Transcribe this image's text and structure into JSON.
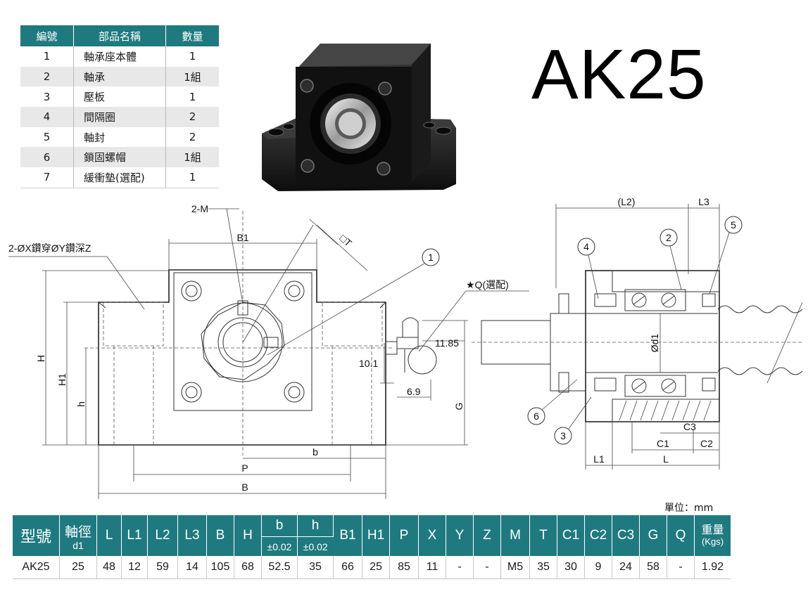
{
  "title": "AK25",
  "unit": "單位：mm",
  "parts_table": {
    "headers": [
      "編號",
      "部品名稱",
      "數量"
    ],
    "rows": [
      [
        "1",
        "軸承座本體",
        "1"
      ],
      [
        "2",
        "軸承",
        "1組"
      ],
      [
        "3",
        "壓板",
        "1"
      ],
      [
        "4",
        "間隔圈",
        "2"
      ],
      [
        "5",
        "軸封",
        "2"
      ],
      [
        "6",
        "鎖固螺帽",
        "1組"
      ],
      [
        "7",
        "緩衝墊(選配)",
        "1"
      ]
    ]
  },
  "drawing_front": {
    "labels": {
      "hole": "2-ØX鑽穿ØY鑽深Z",
      "screw": "2-M",
      "b1": "B1",
      "t": "□T",
      "callout1": "1",
      "grease": "★Q(選配)",
      "d1185": "11.85",
      "d101": "10.1",
      "d69": "6.9",
      "g": "G",
      "h": "H",
      "h1": "H1",
      "hh": "h",
      "b": "b",
      "p": "P",
      "bb": "B"
    }
  },
  "drawing_section": {
    "labels": {
      "l2": "(L2)",
      "l3": "L3",
      "c4": "4",
      "c2": "2",
      "c5": "5",
      "d1": "Ød1",
      "c6": "6",
      "c3": "3",
      "dim_c3": "C3",
      "dim_c1": "C1",
      "dim_c2": "C2",
      "dim_l1": "L1",
      "dim_l": "L"
    }
  },
  "spec_table": {
    "h_model": "型號",
    "h_shaft": "軸徑",
    "h_shaft_sub": "d1",
    "h_L": "L",
    "h_L1": "L1",
    "h_L2": "L2",
    "h_L3": "L3",
    "h_B": "B",
    "h_H": "H",
    "h_b": "b",
    "h_b_sub": "±0.02",
    "h_h": "h",
    "h_h_sub": "±0.02",
    "h_B1": "B1",
    "h_H1": "H1",
    "h_P": "P",
    "h_X": "X",
    "h_Y": "Y",
    "h_Z": "Z",
    "h_M": "M",
    "h_T": "T",
    "h_C1": "C1",
    "h_C2": "C2",
    "h_C3": "C3",
    "h_G": "G",
    "h_Q": "Q",
    "h_weight": "重量",
    "h_weight_sub": "(Kgs)",
    "row": [
      "AK25",
      "25",
      "48",
      "12",
      "59",
      "14",
      "105",
      "68",
      "52.5",
      "35",
      "66",
      "25",
      "85",
      "11",
      "-",
      "-",
      "M5",
      "35",
      "30",
      "9",
      "24",
      "58",
      "-",
      "1.92"
    ]
  }
}
